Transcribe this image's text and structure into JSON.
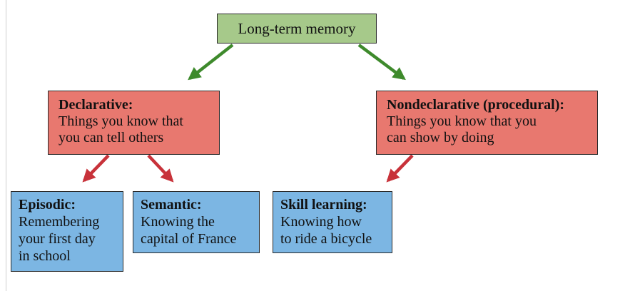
{
  "root": {
    "label": "Long-term memory"
  },
  "declarative": {
    "title": "Declarative:",
    "lines": [
      "Things you know that",
      "you can tell others"
    ]
  },
  "nondeclarative": {
    "title": "Nondeclarative (procedural):",
    "lines": [
      "Things you know that you",
      "can show by doing"
    ]
  },
  "episodic": {
    "title": "Episodic:",
    "lines": [
      "Remembering",
      "your first day",
      "in school"
    ]
  },
  "semantic": {
    "title": "Semantic:",
    "lines": [
      "Knowing the",
      "capital of France"
    ]
  },
  "skill": {
    "title": "Skill learning:",
    "lines": [
      "Knowing how",
      "to ride a bicycle"
    ]
  },
  "colors": {
    "root": "#a6c98a",
    "category": "#e8786f",
    "leaf": "#7cb6e3",
    "green_arrow": "#3e8a2c",
    "red_arrow": "#c8323a"
  }
}
